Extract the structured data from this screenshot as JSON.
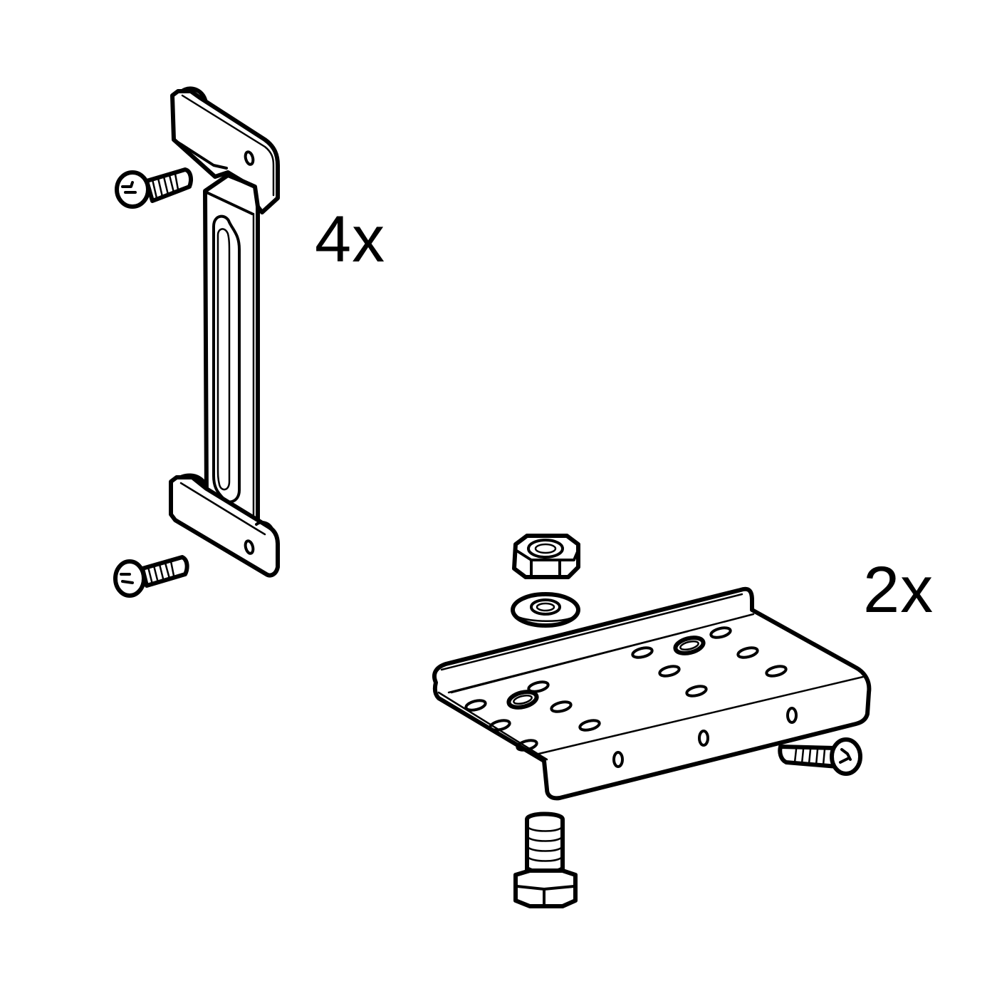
{
  "diagram": {
    "type": "parts-kit-illustration",
    "background": "#ffffff",
    "line_color": "#000000",
    "groups": [
      {
        "id": "wall-bracket-kit",
        "quantity_label": "4x",
        "parts": [
          {
            "name": "z-bracket",
            "description": "Offset Z-shaped mounting bracket with long slot and two mounting holes"
          },
          {
            "name": "self-tapping-screw-top",
            "description": "Phillips pan-head self-drilling screw"
          },
          {
            "name": "self-tapping-screw-bottom",
            "description": "Phillips pan-head self-drilling screw"
          }
        ]
      },
      {
        "id": "mounting-plate-kit",
        "quantity_label": "2x",
        "parts": [
          {
            "name": "hex-nut",
            "description": "Hex nut"
          },
          {
            "name": "flat-washer",
            "description": "Flat washer"
          },
          {
            "name": "l-mounting-plate",
            "description": "Angled L-plate with slotted holes and two round holes"
          },
          {
            "name": "pan-head-screw",
            "description": "Phillips pan-head screw"
          },
          {
            "name": "hex-bolt",
            "description": "Hex head bolt"
          }
        ]
      }
    ]
  }
}
